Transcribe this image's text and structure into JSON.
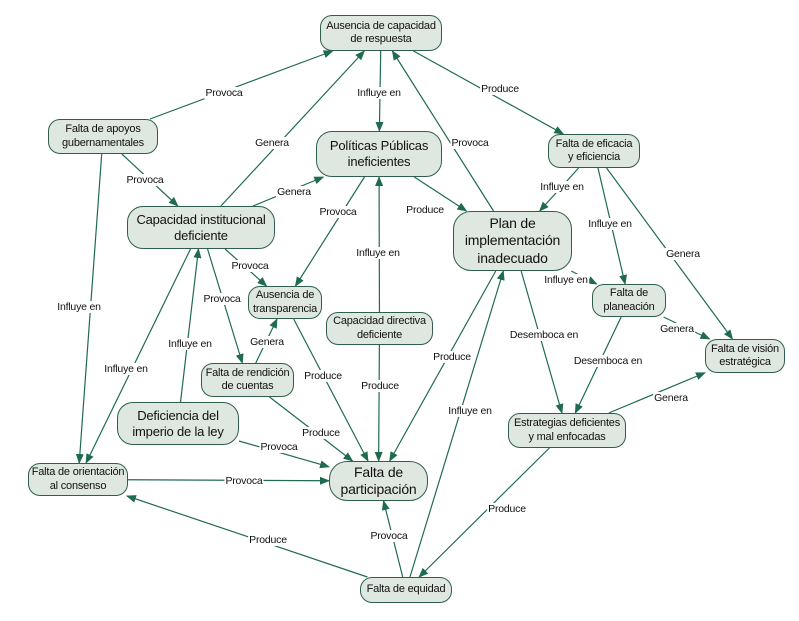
{
  "diagram": {
    "type": "concept-map",
    "colors": {
      "edge": "#1f6b4f",
      "node_fill": "#dfe7e1",
      "node_border": "#2f5f4c"
    },
    "nodes": {
      "ausencia_capacidad": "Ausencia de capacidad\nde respuesta",
      "falta_apoyos": "Falta de apoyos\ngubernamentales",
      "politicas_publicas": "Políticas Públicas\nineficientes",
      "falta_eficacia": "Falta de eficacia\ny eficiencia",
      "capacidad_institucional": "Capacidad institucional\ndeficiente",
      "plan_implementacion": "Plan de\nimplementación\ninadecuado",
      "ausencia_transparencia": "Ausencia de\ntransparencia",
      "falta_planeacion": "Falta de\nplaneación",
      "capacidad_directiva": "Capacidad directiva\ndeficiente",
      "falta_vision": "Falta de visión\nestratégica",
      "falta_rendicion": "Falta de rendición\nde cuentas",
      "deficiencia_imperio": "Deficiencia del\nimperio de la ley",
      "estrategias_deficientes": "Estrategias deficientes\ny mal enfocadas",
      "falta_orientacion": "Falta de orientación\nal consenso",
      "falta_participacion": "Falta de\nparticipación",
      "falta_equidad": "Falta de equidad"
    },
    "edges": [
      {
        "from": "falta_apoyos",
        "to": "ausencia_capacidad",
        "label": "Provoca"
      },
      {
        "from": "capacidad_institucional",
        "to": "ausencia_capacidad",
        "label": "Genera"
      },
      {
        "from": "ausencia_capacidad",
        "to": "politicas_publicas",
        "label": "Influye en"
      },
      {
        "from": "plan_implementacion",
        "to": "ausencia_capacidad",
        "label": "Provoca"
      },
      {
        "from": "ausencia_capacidad",
        "to": "falta_eficacia",
        "label": "Produce"
      },
      {
        "from": "falta_apoyos",
        "to": "capacidad_institucional",
        "label": "Provoca"
      },
      {
        "from": "falta_apoyos",
        "to": "falta_orientacion",
        "label": "Influye en"
      },
      {
        "from": "capacidad_institucional",
        "to": "politicas_publicas",
        "label": "Genera"
      },
      {
        "from": "politicas_publicas",
        "to": "ausencia_transparencia",
        "label": "Provoca"
      },
      {
        "from": "politicas_publicas",
        "to": "plan_implementacion",
        "label": "Produce"
      },
      {
        "from": "capacidad_directiva",
        "to": "politicas_publicas",
        "label": "Influye en"
      },
      {
        "from": "falta_eficacia",
        "to": "plan_implementacion",
        "label": "Influye en"
      },
      {
        "from": "falta_eficacia",
        "to": "falta_planeacion",
        "label": "Influye en"
      },
      {
        "from": "falta_eficacia",
        "to": "falta_vision",
        "label": "Genera"
      },
      {
        "from": "capacidad_institucional",
        "to": "ausencia_transparencia",
        "label": "Provoca"
      },
      {
        "from": "capacidad_institucional",
        "to": "falta_rendicion",
        "label": "Provoca"
      },
      {
        "from": "capacidad_institucional",
        "to": "falta_orientacion",
        "label": "Influye en"
      },
      {
        "from": "deficiencia_imperio",
        "to": "capacidad_institucional",
        "label": "Influye en"
      },
      {
        "from": "plan_implementacion",
        "to": "falta_planeacion",
        "label": "Influye en"
      },
      {
        "from": "plan_implementacion",
        "to": "estrategias_deficientes",
        "label": "Desemboca en"
      },
      {
        "from": "plan_implementacion",
        "to": "falta_participacion",
        "label": "Produce"
      },
      {
        "from": "falta_equidad",
        "to": "plan_implementacion",
        "label": "Influye en"
      },
      {
        "from": "falta_rendicion",
        "to": "ausencia_transparencia",
        "label": "Genera"
      },
      {
        "from": "ausencia_transparencia",
        "to": "falta_participacion",
        "label": "Produce"
      },
      {
        "from": "falta_rendicion",
        "to": "falta_participacion",
        "label": "Produce"
      },
      {
        "from": "capacidad_directiva",
        "to": "falta_participacion",
        "label": "Produce"
      },
      {
        "from": "deficiencia_imperio",
        "to": "falta_participacion",
        "label": "Provoca"
      },
      {
        "from": "falta_planeacion",
        "to": "falta_vision",
        "label": "Genera"
      },
      {
        "from": "falta_planeacion",
        "to": "estrategias_deficientes",
        "label": "Desemboca en"
      },
      {
        "from": "estrategias_deficientes",
        "to": "falta_vision",
        "label": "Genera"
      },
      {
        "from": "estrategias_deficientes",
        "to": "falta_equidad",
        "label": "Produce"
      },
      {
        "from": "falta_orientacion",
        "to": "falta_participacion",
        "label": "Provoca"
      },
      {
        "from": "falta_equidad",
        "to": "falta_orientacion",
        "label": "Produce"
      },
      {
        "from": "falta_equidad",
        "to": "falta_participacion",
        "label": "Provoca"
      }
    ]
  }
}
